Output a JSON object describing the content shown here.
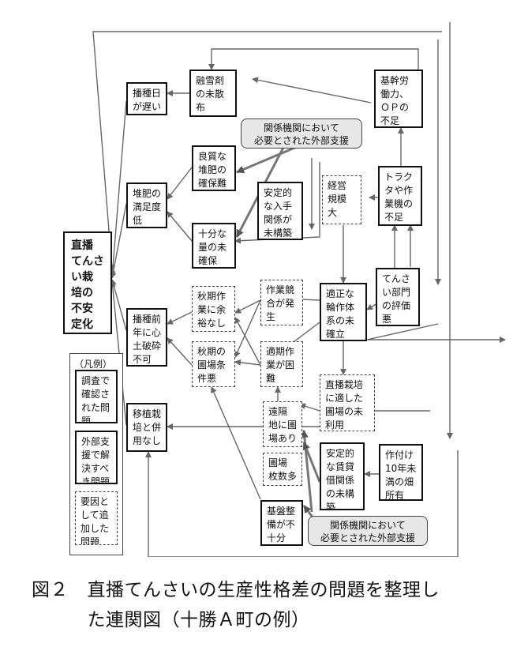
{
  "diagram": {
    "nodes": {
      "main": {
        "text": "直播\nてんさ\nい栽\n培の\n不安\n定化",
        "style": "solid-bold"
      },
      "hashu_bi": {
        "text": "播種日\nが遅い",
        "style": "solid"
      },
      "yusetsu": {
        "text": "融雪剤\nの未散\n布",
        "style": "solid"
      },
      "kikan_rod": {
        "text": "基幹労\n働力、\nＯＰの\n不足",
        "style": "solid"
      },
      "tractor": {
        "text": "トラク\nタや作\n業機の\n不足",
        "style": "solid"
      },
      "ryoshitsu": {
        "text": "良質な\n堆肥の\n確保難",
        "style": "solid"
      },
      "anteiteki": {
        "text": "安定的\nな入手\n関係が\n未構築",
        "style": "solid"
      },
      "taihi": {
        "text": "堆肥の\n満足度\n低",
        "style": "solid"
      },
      "jubun": {
        "text": "十分な\n量の未\n確保",
        "style": "solid"
      },
      "keiei": {
        "text": "経営\n規模\n大",
        "style": "dashed"
      },
      "tensai_bumon": {
        "text": "てんさ\nい部門\nの評価\n悪",
        "style": "solid"
      },
      "tekisei": {
        "text": "適正な\n輪作体\n系の未\n確立",
        "style": "solid"
      },
      "shuki_yoyu": {
        "text": "秋期作\n業に余\n裕なし",
        "style": "dashed"
      },
      "sagyo_kyogo": {
        "text": "作業競\n合が発\n生",
        "style": "dashed"
      },
      "hashu_mae": {
        "text": "播種前\n年に心\n土破砕\n不可",
        "style": "solid"
      },
      "shuki_joken": {
        "text": "秋期の\n圃場条\n件悪",
        "style": "dashed"
      },
      "tekiki": {
        "text": "適期作\n業が困\n難",
        "style": "dashed"
      },
      "chokuha_tekishita": {
        "text": "直播栽培\nに適した\n圃場の未\n利用",
        "style": "dashed"
      },
      "enkaku": {
        "text": "遠隔\n地に圃\n場あり",
        "style": "dashed"
      },
      "ishoku": {
        "text": "移植栽\n培と併\n用なし",
        "style": "solid"
      },
      "hojo_mai": {
        "text": "圃場\n枚数多",
        "style": "dashed"
      },
      "chintai": {
        "text": "安定的\nな賃貸\n借関係\nの未構\n築",
        "style": "solid"
      },
      "sakutsuke": {
        "text": "作付け\n10年未\n満の畑\n所有",
        "style": "solid"
      },
      "kiban": {
        "text": "基盤整\n備が不\n十分",
        "style": "solid"
      }
    },
    "callouts": {
      "top": "関係機関において\n必要とされた外部支援",
      "bottom": "関係機関において\n必要とされた外部支援"
    },
    "legend": {
      "title": "（凡例）",
      "items": [
        {
          "text": "調査で\n確認さ\nれた問\n題",
          "style": "solid"
        },
        {
          "text": "外部支\n援で解\n決すべ\nき問題",
          "style": "solid"
        },
        {
          "text": "要因と\nして追\n加した\n問題",
          "style": "dashed"
        }
      ]
    }
  },
  "caption": {
    "line1": "図２　直播てんさいの生産性格差の問題を整理し",
    "line2": "　　　た連関図（十勝Ａ町の例）"
  }
}
